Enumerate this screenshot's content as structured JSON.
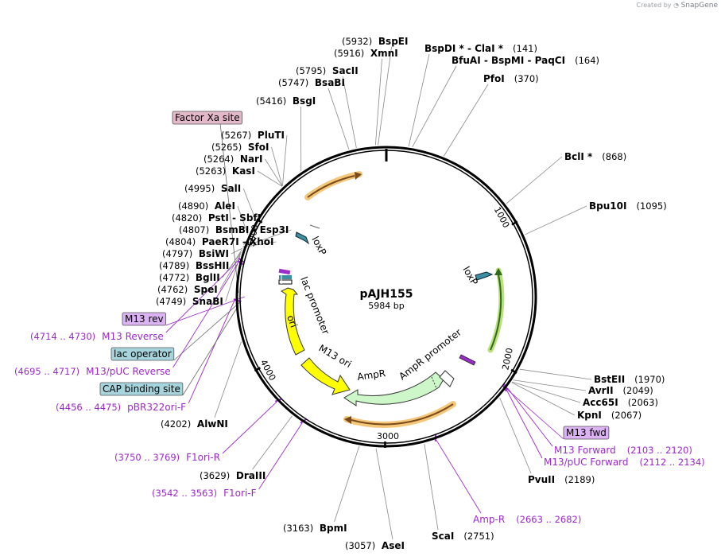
{
  "credit": {
    "prefix": "Created by",
    "brand": "SnapGene"
  },
  "plasmid": {
    "name": "pAJH155",
    "length_label": "5984 bp",
    "length": 5984
  },
  "ticks": [
    "1000",
    "2000",
    "3000",
    "4000",
    "5000"
  ],
  "enzymes": [
    {
      "name": "BspEI",
      "pos": "(5932)",
      "bp": 5932
    },
    {
      "name": "XmnI",
      "pos": "(5916)",
      "bp": 5916
    },
    {
      "name": "SacII",
      "pos": "(5795)",
      "bp": 5795
    },
    {
      "name": "BsaBI",
      "pos": "(5747)",
      "bp": 5747
    },
    {
      "name": "BsgI",
      "pos": "(5416)",
      "bp": 5416
    },
    {
      "name": "PluTI",
      "pos": "(5267)",
      "bp": 5267
    },
    {
      "name": "SfoI",
      "pos": "(5265)",
      "bp": 5265
    },
    {
      "name": "NarI",
      "pos": "(5264)",
      "bp": 5264
    },
    {
      "name": "KasI",
      "pos": "(5263)",
      "bp": 5263
    },
    {
      "name": "SalI",
      "pos": "(4995)",
      "bp": 4995
    },
    {
      "name": "AleI",
      "pos": "(4890)",
      "bp": 4890
    },
    {
      "name": "PstI",
      "name2": "SbfI",
      "pos": "(4820)",
      "bp": 4820
    },
    {
      "name": "BsmBI",
      "name2": "Esp3I",
      "pos": "(4807)",
      "bp": 4807
    },
    {
      "name": "PaeR7I",
      "name2": "XhoI",
      "pos": "(4804)",
      "bp": 4804
    },
    {
      "name": "BsiWI",
      "pos": "(4797)",
      "bp": 4797
    },
    {
      "name": "BssHII",
      "pos": "(4789)",
      "bp": 4789
    },
    {
      "name": "BglII",
      "pos": "(4772)",
      "bp": 4772
    },
    {
      "name": "SpeI",
      "pos": "(4762)",
      "bp": 4762
    },
    {
      "name": "SnaBI",
      "pos": "(4749)",
      "bp": 4749
    },
    {
      "name": "AlwNI",
      "pos": "(4202)",
      "bp": 4202
    },
    {
      "name": "DraIII",
      "pos": "(3629)",
      "bp": 3629
    },
    {
      "name": "BpmI",
      "pos": "(3163)",
      "bp": 3163
    },
    {
      "name": "AseI",
      "pos": "(3057)",
      "bp": 3057
    },
    {
      "name": "ScaI",
      "pos": "(2751)",
      "bp": 2751
    },
    {
      "name": "PvuII",
      "pos": "(2189)",
      "bp": 2189
    },
    {
      "name": "KpnI",
      "pos": "(2067)",
      "bp": 2067
    },
    {
      "name": "Acc65I",
      "pos": "(2063)",
      "bp": 2063
    },
    {
      "name": "AvrII",
      "pos": "(2049)",
      "bp": 2049
    },
    {
      "name": "BstEII",
      "pos": "(1970)",
      "bp": 1970
    },
    {
      "name": "Bpu10I",
      "pos": "(1095)",
      "bp": 1095
    },
    {
      "name": "BclI *",
      "pos": "(868)",
      "bp": 868
    },
    {
      "name": "PfoI",
      "pos": "(370)",
      "bp": 370
    },
    {
      "name": "BfuAI",
      "name2": "BspMI",
      "name3": "PaqCI",
      "pos": "(164)",
      "bp": 164
    },
    {
      "name": "BspDI *",
      "name2": "ClaI *",
      "pos": "(141)",
      "bp": 141
    }
  ],
  "primers": [
    {
      "name": "M13 Reverse",
      "pos": "(4714 .. 4730)",
      "bp": 4722
    },
    {
      "name": "M13/pUC Reverse",
      "pos": "(4695 .. 4717)",
      "bp": 4706
    },
    {
      "name": "pBR322ori-F",
      "pos": "(4456 .. 4475)",
      "bp": 4465
    },
    {
      "name": "F1ori-R",
      "pos": "(3750 .. 3769)",
      "bp": 3760
    },
    {
      "name": "F1ori-F",
      "pos": "(3542 .. 3563)",
      "bp": 3552
    },
    {
      "name": "Amp-R",
      "pos": "(2663 .. 2682)",
      "bp": 2672
    },
    {
      "name": "M13 Forward",
      "pos": "(2103 .. 2120)",
      "bp": 2111
    },
    {
      "name": "M13/pUC Forward",
      "pos": "(2112 .. 2134)",
      "bp": 2123
    }
  ],
  "boxed_features": [
    {
      "label": "Factor Xa site",
      "color": "#e3b8c8",
      "bp": 5300
    },
    {
      "label": "M13 rev",
      "color": "#dcb3f2",
      "bp": 4722
    },
    {
      "label": "lac operator",
      "color": "#a6d4dc",
      "bp": 4700
    },
    {
      "label": "CAP binding site",
      "color": "#a6d4dc",
      "bp": 4660
    },
    {
      "label": "M13 fwd",
      "color": "#dcb3f2",
      "bp": 2111
    }
  ],
  "arc_features": [
    {
      "label": "loxP",
      "color": "#3b8fa0"
    },
    {
      "label": "loxP",
      "color": "#3b8fa0"
    },
    {
      "label": "lac promoter",
      "color": "#ffffff"
    },
    {
      "label": "ori",
      "color": "#ffff00"
    },
    {
      "label": "M13 ori",
      "color": "#ffff00"
    },
    {
      "label": "AmpR",
      "color": "#cdf7c8"
    },
    {
      "label": "AmpR promoter",
      "color": "#ffffff"
    }
  ],
  "colors": {
    "primer": "#9a2ac9",
    "orf": "#f5c77a",
    "orf2": "#b9e07a"
  }
}
